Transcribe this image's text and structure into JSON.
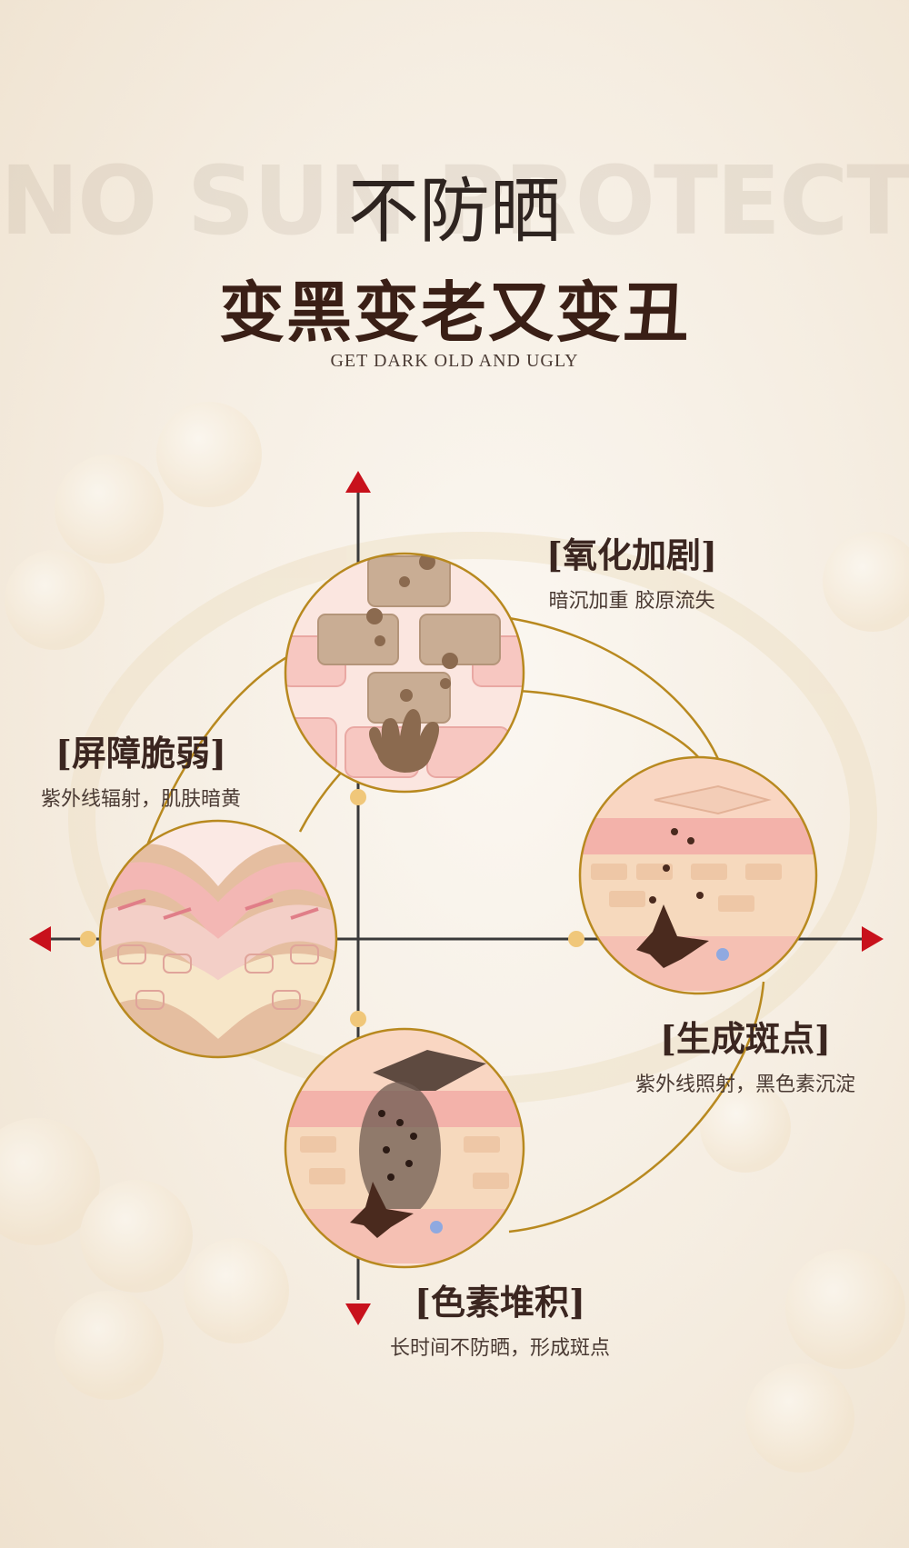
{
  "header": {
    "watermark": "NO SUN PROTECTION",
    "title": "不防晒",
    "headline": "变黑变老又变丑",
    "subtitle": "GET DARK  OLD AND UGLY"
  },
  "items": [
    {
      "title": "[氧化加剧]",
      "desc": "暗沉加重 胶原流失"
    },
    {
      "title": "[屏障脆弱]",
      "desc": "紫外线辐射，肌肤暗黄"
    },
    {
      "title": "[生成斑点]",
      "desc": "紫外线照射，黑色素沉淀"
    },
    {
      "title": "[色素堆积]",
      "desc": "长时间不防晒，形成斑点"
    }
  ],
  "colors": {
    "accent": "#b8891f",
    "arrow": "#c8111c",
    "dot": "#f0c77a",
    "text_dark": "#3a1f16"
  },
  "icons": {
    "top": "arrow-up-icon",
    "bottom": "arrow-down-icon",
    "left": "arrow-left-icon",
    "right": "arrow-right-icon"
  }
}
